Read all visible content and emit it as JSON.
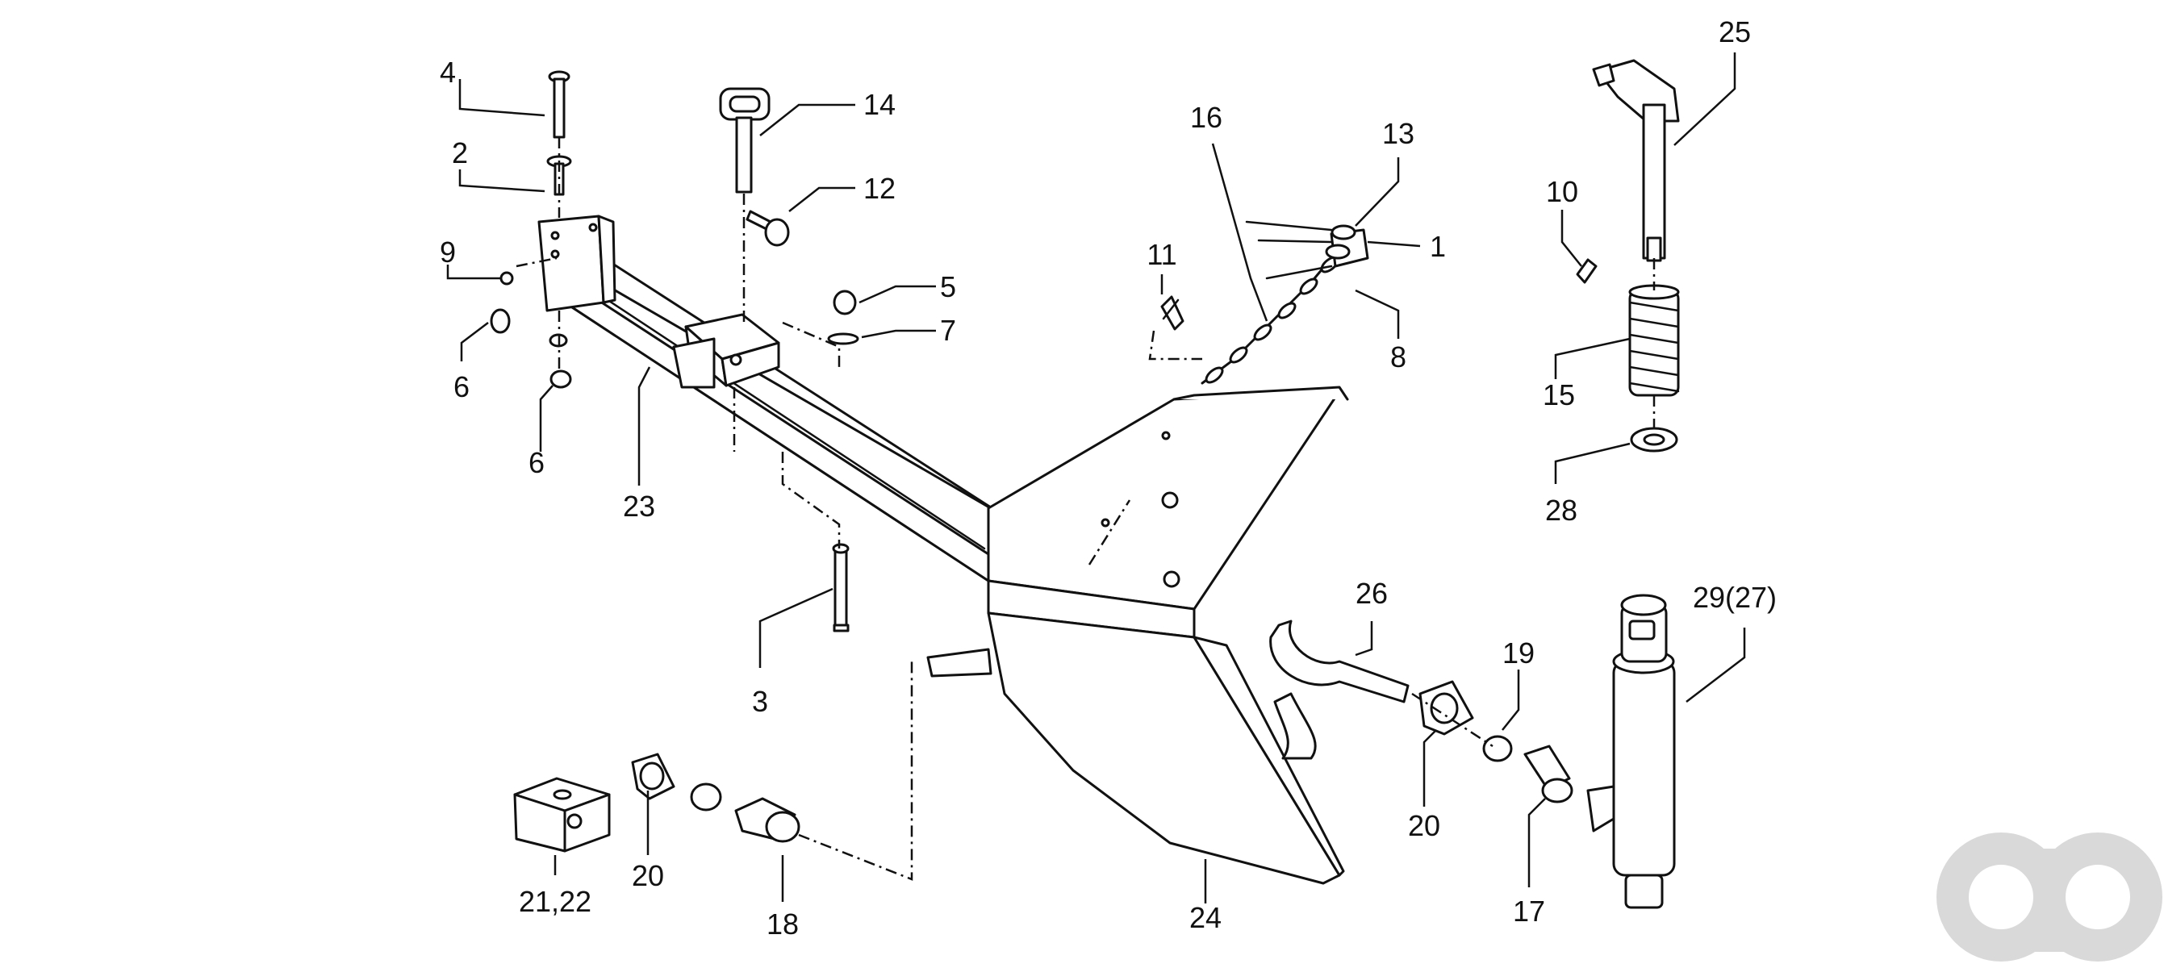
{
  "diagram": {
    "callouts": [
      {
        "id": "c1",
        "text": "1"
      },
      {
        "id": "c2",
        "text": "2"
      },
      {
        "id": "c3",
        "text": "3"
      },
      {
        "id": "c4",
        "text": "4"
      },
      {
        "id": "c5",
        "text": "5"
      },
      {
        "id": "c6a",
        "text": "6"
      },
      {
        "id": "c6b",
        "text": "6"
      },
      {
        "id": "c7",
        "text": "7"
      },
      {
        "id": "c8",
        "text": "8"
      },
      {
        "id": "c9",
        "text": "9"
      },
      {
        "id": "c10",
        "text": "10"
      },
      {
        "id": "c11",
        "text": "11"
      },
      {
        "id": "c12",
        "text": "12"
      },
      {
        "id": "c13",
        "text": "13"
      },
      {
        "id": "c14",
        "text": "14"
      },
      {
        "id": "c15",
        "text": "15"
      },
      {
        "id": "c16",
        "text": "16"
      },
      {
        "id": "c17",
        "text": "17"
      },
      {
        "id": "c18",
        "text": "18"
      },
      {
        "id": "c19",
        "text": "19"
      },
      {
        "id": "c20a",
        "text": "20"
      },
      {
        "id": "c20b",
        "text": "20"
      },
      {
        "id": "c21",
        "text": "21,22"
      },
      {
        "id": "c23",
        "text": "23"
      },
      {
        "id": "c24",
        "text": "24"
      },
      {
        "id": "c25",
        "text": "25"
      },
      {
        "id": "c26",
        "text": "26"
      },
      {
        "id": "c28",
        "text": "28"
      },
      {
        "id": "c29",
        "text": "29(27)"
      }
    ]
  },
  "watermark": {
    "text": "ao"
  },
  "colors": {
    "ink": "#111111",
    "paper": "#ffffff",
    "watermark": "#d9d9d9"
  }
}
